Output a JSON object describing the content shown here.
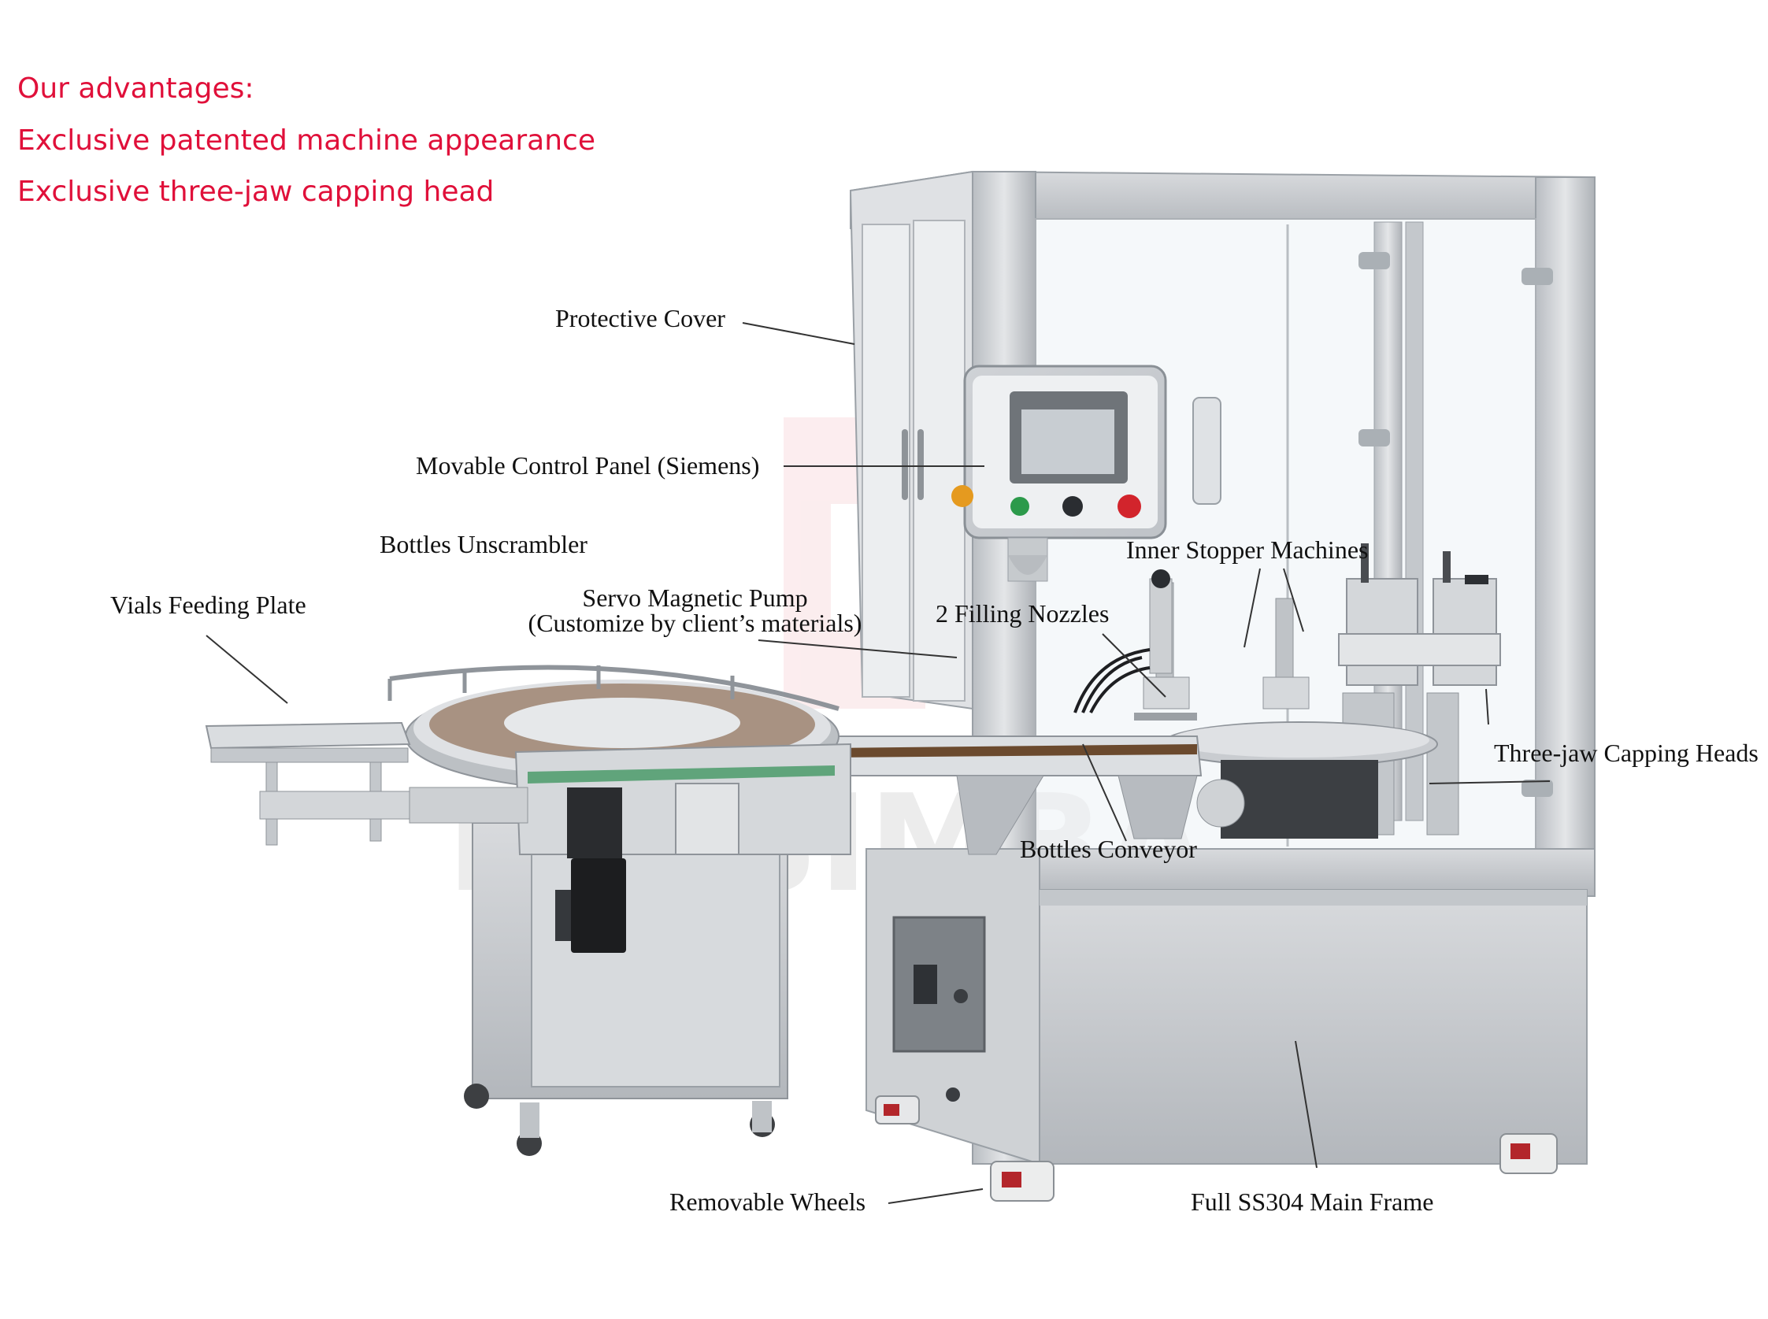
{
  "advantages": {
    "heading": "Our advantages:",
    "items": [
      "Exclusive patented machine appearance",
      "Exclusive three-jaw capping head"
    ]
  },
  "labels": {
    "protective_cover": "Protective Cover",
    "control_panel": "Movable Control Panel (Siemens)",
    "unscrambler": "Bottles Unscrambler",
    "feeding_plate": "Vials Feeding Plate",
    "pump_line1": "Servo Magnetic Pump",
    "pump_line2": "(Customize by client’s materials)",
    "filling_nozzles": "2 Filling Nozzles",
    "inner_stopper": "Inner Stopper Machines",
    "capping_heads": "Three-jaw Capping Heads",
    "conveyor": "Bottles Conveyor",
    "wheels": "Removable Wheels",
    "main_frame": "Full SS304 Main Frame"
  },
  "watermark": "IONSIMBA",
  "colors": {
    "accent": "#e0103a",
    "steel": "#c9ccd0",
    "steel_dark": "#9ea3a8",
    "text": "#111111"
  }
}
